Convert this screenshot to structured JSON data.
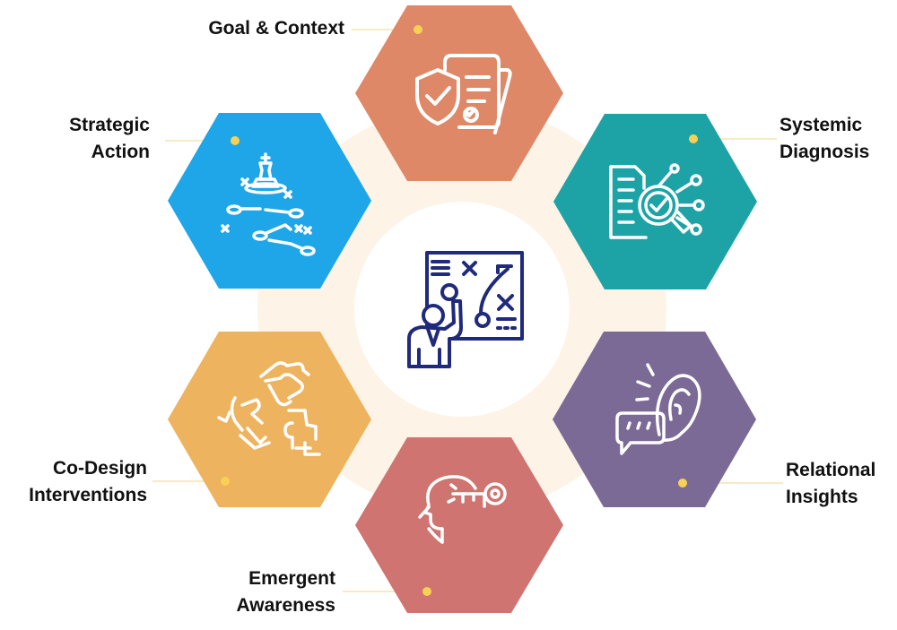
{
  "center": {
    "icon": "coach-presenting-strategy-board-icon",
    "color": "#1f2a7a",
    "ring_color": "#fdf3e6"
  },
  "steps": [
    {
      "id": "goal-context",
      "lines": [
        "Goal & Context"
      ],
      "color": "#de8868",
      "icon": "shield-contract-icon"
    },
    {
      "id": "systemic-diagnosis",
      "lines": [
        "Systemic",
        "Diagnosis"
      ],
      "color": "#1da3a6",
      "icon": "document-magnifier-check-icon"
    },
    {
      "id": "relational-insights",
      "lines": [
        "Relational",
        "Insights"
      ],
      "color": "#7c6a96",
      "icon": "ear-speech-bubble-icon"
    },
    {
      "id": "emergent-awareness",
      "lines": [
        "Emergent",
        "Awareness"
      ],
      "color": "#cf7470",
      "icon": "head-key-icon"
    },
    {
      "id": "co-design-interventions",
      "lines": [
        "Co-Design",
        "Interventions"
      ],
      "color": "#eeb35f",
      "icon": "hands-puzzle-icon"
    },
    {
      "id": "strategic-action",
      "lines": [
        "Strategic",
        "Action"
      ],
      "color": "#1fa6e8",
      "icon": "chess-strategy-icon"
    }
  ],
  "connector_dot_color": "#f7d154",
  "connector_line_color": "#f4dfa0"
}
